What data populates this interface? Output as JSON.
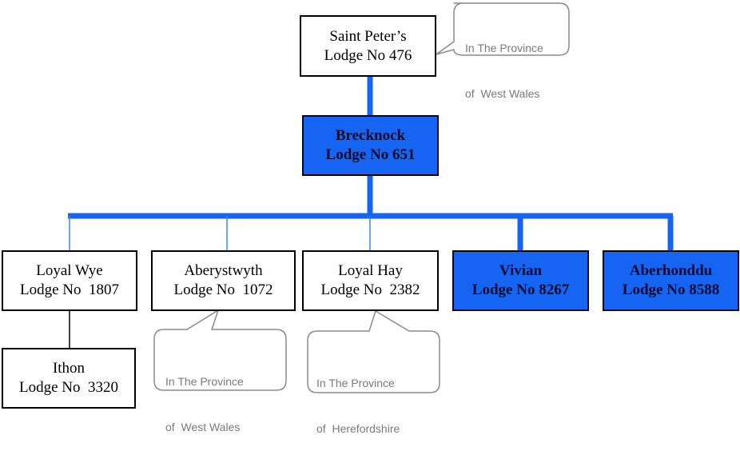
{
  "lodges": {
    "saint_peters": {
      "name": "Saint Peter’s",
      "number": "Lodge No 476",
      "note_line1": "In The Province",
      "note_line2": "of  West Wales"
    },
    "brecknock": {
      "name": "Brecknock",
      "number": "Lodge No 651"
    },
    "loyal_wye": {
      "name": "Loyal Wye",
      "number": "Lodge No  1807"
    },
    "aberystwyth": {
      "name": "Aberystwyth",
      "number": "Lodge No  1072",
      "note_line1": "In The Province",
      "note_line2": "of  West Wales"
    },
    "loyal_hay": {
      "name": "Loyal Hay",
      "number": "Lodge No  2382",
      "note_line1": "In The Province",
      "note_line2": "of  Herefordshire"
    },
    "vivian": {
      "name": "Vivian",
      "number": "Lodge No 8267"
    },
    "aberhonddu": {
      "name": "Aberhonddu",
      "number": "Lodge No 8588"
    },
    "ithon": {
      "name": "Ithon",
      "number": "Lodge No  3320"
    }
  },
  "colors": {
    "highlight_fill": "#1565f2",
    "connector_blue": "#1565f2",
    "connector_thin": "#3a86ff",
    "connector_black": "#000000",
    "callout_border": "#8a8a8a",
    "callout_text": "#7a7a7a"
  }
}
